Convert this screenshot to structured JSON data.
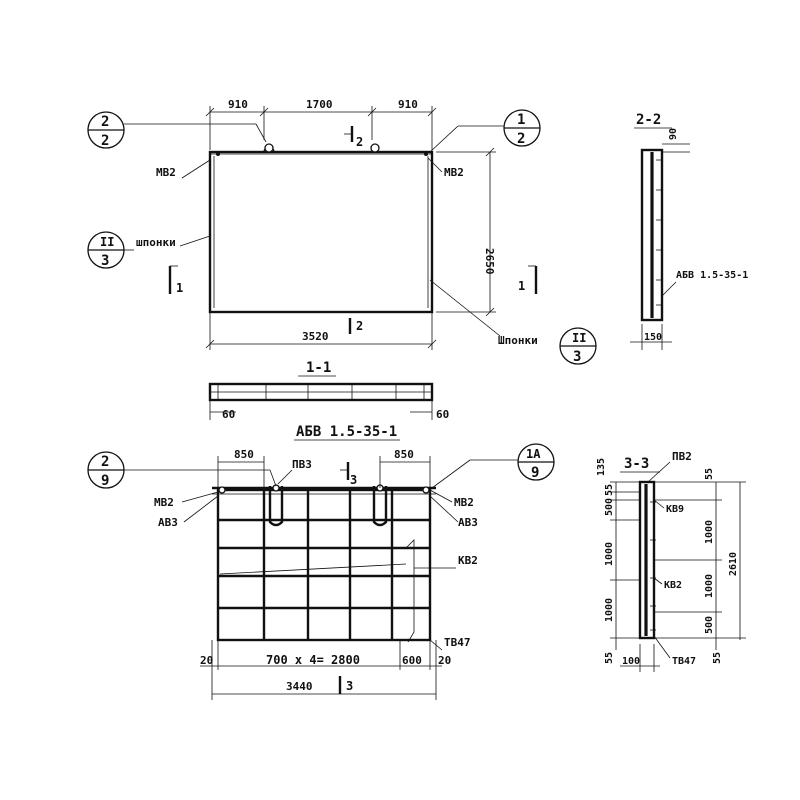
{
  "plan": {
    "dim_left": "910",
    "dim_mid": "1700",
    "dim_right": "910",
    "dim_width": "3520",
    "dim_height": "2650",
    "label_mv_left": "МВ2",
    "label_mv_right": "МВ2",
    "label_keys_left": "шпонки",
    "label_keys_right": "Шпонки",
    "callout_tl": {
      "top": "2",
      "bottom": "2"
    },
    "callout_tr": {
      "top": "1",
      "bottom": "2"
    },
    "callout_ml": {
      "top": "II",
      "bottom": "3"
    },
    "callout_br": {
      "top": "II",
      "bottom": "3"
    },
    "cut_top": "2",
    "cut_bottom": "2",
    "cut_left": "1",
    "cut_right": "1"
  },
  "section_11": {
    "title": "1-1",
    "dim_left": "60",
    "dim_right": "60"
  },
  "section_22": {
    "title": "2-2",
    "dim_top": "90",
    "dim_bottom": "150",
    "label": "АБВ 1.5-35-1"
  },
  "frame": {
    "title": "АБВ 1.5-35-1",
    "dim_left": "850",
    "dim_right": "850",
    "label_pv": "ПВ3",
    "label_mv_left": "МВ2",
    "label_mv_right": "МВ2",
    "label_av_left": "АВ3",
    "label_av_right": "АВ3",
    "label_kv": "КВ2",
    "label_tv": "ТВ47",
    "dim_bottom_formula": "700 х 4= 2800",
    "dim_bottom_20a": "20",
    "dim_bottom_600": "600",
    "dim_bottom_20b": "20",
    "dim_total": "3440",
    "cut_top": "3",
    "cut_bottom": "3",
    "callout_l": {
      "top": "2",
      "bottom": "9"
    },
    "callout_r": {
      "top": "1А",
      "bottom": "9"
    }
  },
  "section_33": {
    "title": "3-3",
    "label_pv": "ПВ2",
    "label_kv9": "КВ9",
    "label_kv2": "КВ2",
    "label_tv": "ТВ47",
    "dim_l_55a": "55",
    "dim_l_135": "135",
    "dim_l_500": "500",
    "dim_l_1000a": "1000",
    "dim_l_1000b": "1000",
    "dim_l_55b": "55",
    "dim_r_55a": "55",
    "dim_r_1000a": "1000",
    "dim_r_1000b": "1000",
    "dim_r_500": "500",
    "dim_r_55b": "55",
    "dim_total": "2610",
    "dim_bottom": "100"
  }
}
